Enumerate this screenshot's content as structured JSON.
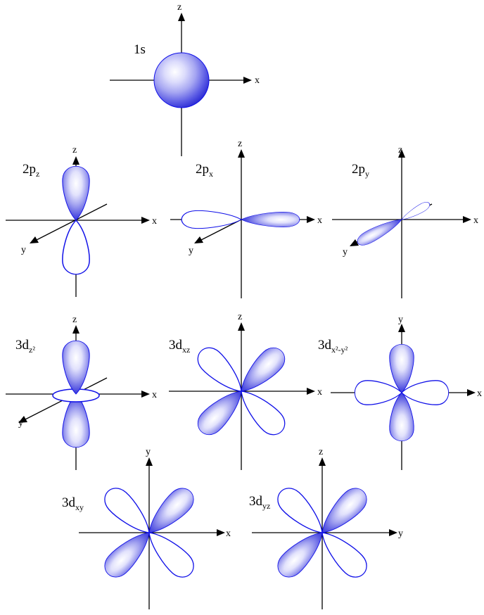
{
  "labels": {
    "s1": "1s",
    "p_prefix": "2p",
    "d_prefix": "3d",
    "sub_z": "z",
    "sub_x": "x",
    "sub_y": "y",
    "sub_z2": "z²",
    "sub_xz": "xz",
    "sub_x2y2": "x²-y²",
    "sub_xy": "xy",
    "sub_yz": "yz"
  },
  "axes": {
    "x": "x",
    "y": "y",
    "z": "z"
  },
  "colors": {
    "lobe_dark": "#1a1ad8",
    "lobe_light": "#f4f4ff",
    "outline": "#1010e8"
  }
}
